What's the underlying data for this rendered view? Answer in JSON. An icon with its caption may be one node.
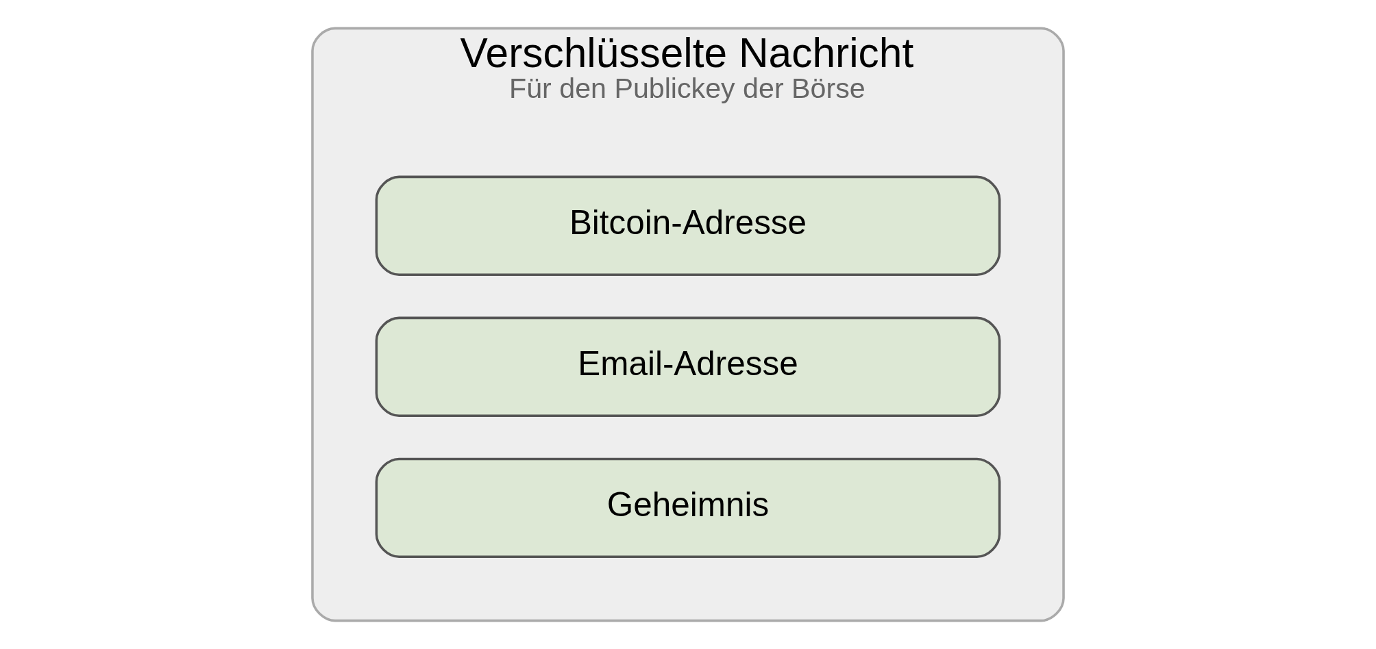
{
  "diagram": {
    "nodes": [
      {
        "text": [
          "Verschlüsselte Nachricht",
          "Für den Publickey der Börse"
        ]
      },
      {
        "text": [
          "Bitcoin-Adresse"
        ],
        "in": 0
      },
      {
        "text": [
          "Email-Adresse"
        ],
        "in": 0
      },
      {
        "text": [
          "Geheimnis"
        ],
        "in": 0
      }
    ]
  }
}
